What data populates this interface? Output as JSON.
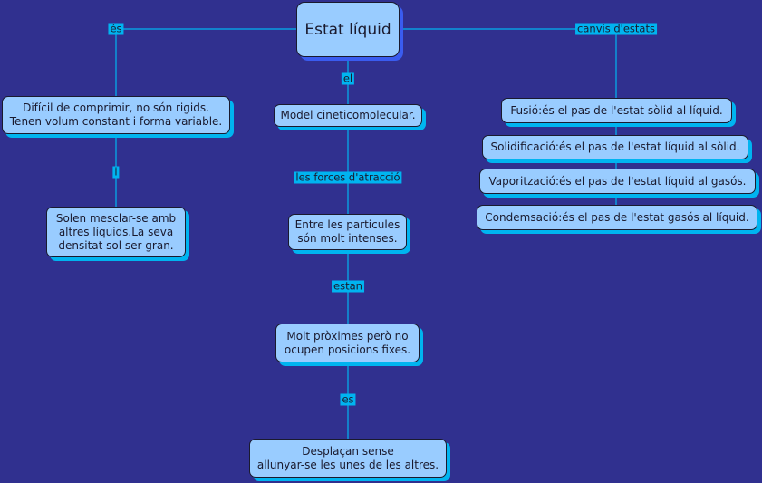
{
  "colors": {
    "background": "#30308f",
    "node_fill": "#99ccff",
    "node_shadow": "#00b4f0",
    "root_shadow": "#3a5cf0",
    "connector": "#00b4f0",
    "label_fill": "#00b4f0"
  },
  "root": {
    "text": "Estat líquid"
  },
  "left_branch": {
    "link_label": "és",
    "node1": "Difícil de comprimir, no són rigids.\nTenen volum constant i forma variable.",
    "link_label2": "i",
    "node2": "Solen mesclar-se amb\naltres líquids.La seva\ndensitat sol ser gran."
  },
  "center_branch": {
    "link_label": "el",
    "node1": "Model cineticomolecular.",
    "link_label2": "les forces d'atracció",
    "node2": "Entre les particules\nsón molt intenses.",
    "link_label3": "estan",
    "node3": "Molt pròximes però no\nocupen posicions fixes.",
    "link_label4": "es",
    "node4": "Desplaçan sense\nallunyar-se les unes de les altres."
  },
  "right_branch": {
    "link_label": "canvis d'estats",
    "nodes": [
      "Fusió:és el pas de l'estat sòlid al líquid.",
      "Solidificació:és el pas de l'estat líquid al sòlid.",
      "Vaporització:és el pas de l'estat líquid al gasós.",
      "Condemsació:és el pas de l'estat gasós al líquid."
    ]
  }
}
